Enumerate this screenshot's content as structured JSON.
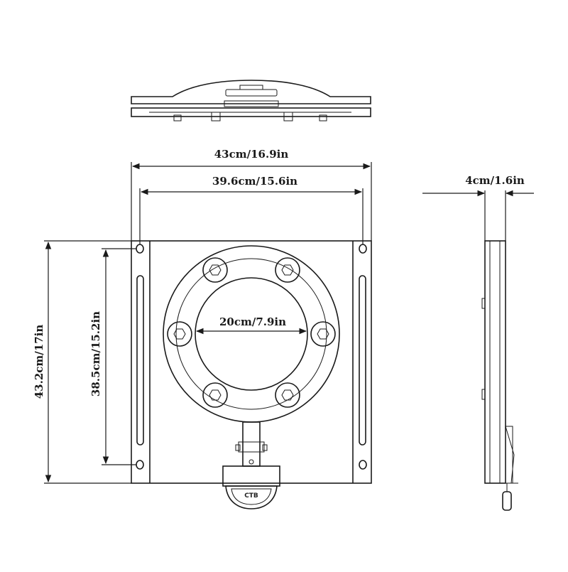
{
  "dimensions": {
    "outer_width": "43cm/16.9in",
    "inner_width": "39.6cm/15.6in",
    "outer_height": "43.2cm/17in",
    "inner_height": "38.5cm/15.2in",
    "ring_diameter": "20cm/7.9in",
    "thickness": "4cm/1.6in"
  },
  "brand": "CTB",
  "colors": {
    "line": "#1a1a1a",
    "background": "#ffffff",
    "handle": "#e6e6e6"
  }
}
